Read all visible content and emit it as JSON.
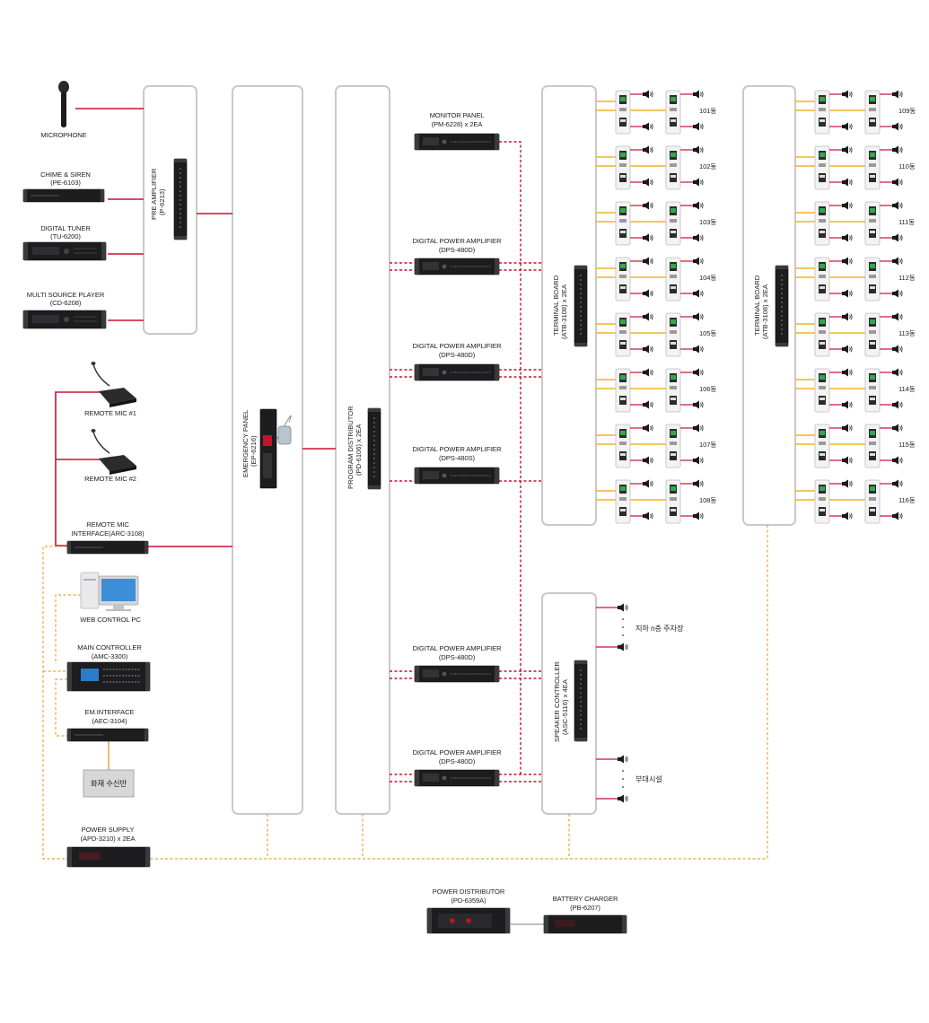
{
  "devices": {
    "microphone": "MICROPHONE",
    "chime_name": "CHIME & SIREN",
    "chime_model": "(PE-6103)",
    "tuner_name": "DIGITAL TUNER",
    "tuner_model": "(TU-6200)",
    "player_name": "MULTI SOURCE PLAYER",
    "player_model": "(CD-6208)",
    "remote_mic_1": "REMOTE MIC #1",
    "remote_mic_2": "REMOTE MIC #2",
    "rmi_name": "REMOTE MIC",
    "rmi_model": "INTERFACE(ARC-3108)",
    "web_pc": "WEB CONTROL PC",
    "main_ctrl_name": "MAIN CONTROLLER",
    "main_ctrl_model": "(AMC-3300)",
    "em_if_name": "EM.INTERFACE",
    "em_if_model": "(AEC-3104)",
    "fire_receiver": "화재 수신반",
    "psu_name": "POWER SUPPLY",
    "psu_model": "(APD-3210) x 2EA",
    "pwr_dist_name": "POWER DISTRIBUTOR",
    "pwr_dist_model": "(PD-6359A)",
    "charger_name": "BATTERY CHARGER",
    "charger_model": "(PB-6207)",
    "monitor_name": "MONITOR PANEL",
    "monitor_model": "(PM-6228) x 2EA"
  },
  "vertical_labels": {
    "pre_amp_name": "PRE AMPLIFIER",
    "pre_amp_model": "(P-6213)",
    "emergency_name": "EMERGENCY PANEL",
    "emergency_model": "(EP-6216)",
    "program_dist_name": "PROGRAM DISTRIBUTOR",
    "program_dist_model": "(PD-6106) x 2EA",
    "terminal_1_name": "TERMINAL BOARD",
    "terminal_1_model": "(ATB-3108) x 2EA",
    "terminal_2_name": "TERMINAL BOARD",
    "terminal_2_model": "(ATB-3108) x 2EA",
    "speaker_ctrl_name": "SPEAKER CONTROLLER",
    "speaker_ctrl_model": "(ASC-5116) x 4EA"
  },
  "amplifiers": [
    {
      "name": "DIGITAL POWER AMPLIFIER",
      "model": "(DPS-480D)"
    },
    {
      "name": "DIGITAL POWER AMPLIFIER",
      "model": "(DPS-480D)"
    },
    {
      "name": "DIGITAL POWER AMPLIFIER",
      "model": "(DPS-480S)"
    },
    {
      "name": "DIGITAL POWER AMPLIFIER",
      "model": "(DPS-480D)"
    },
    {
      "name": "DIGITAL POWER AMPLIFIER",
      "model": "(DPS-480D)"
    }
  ],
  "zones_left": [
    "101동",
    "102동",
    "103동",
    "104동",
    "105동",
    "106동",
    "107동",
    "108동"
  ],
  "zones_right": [
    "109동",
    "110동",
    "111동",
    "112동",
    "113동",
    "114동",
    "115동",
    "116동"
  ],
  "speaker_zones": {
    "parking": "지하 n층 주차장",
    "facilities": "부대시설"
  },
  "colors": {
    "signal": "#c8102e",
    "power": "#e8a336",
    "speaker_line": "#f0b323",
    "panel_border": "#c9c9c9",
    "device": "#1d1d1f"
  }
}
